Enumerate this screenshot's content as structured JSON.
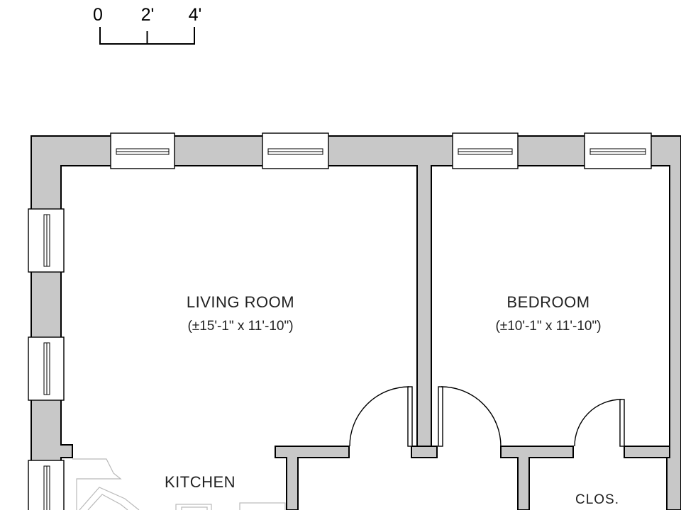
{
  "scale_bar": {
    "ticks": [
      "0",
      "2'",
      "4'"
    ]
  },
  "rooms": {
    "living_room": {
      "name": "LIVING ROOM",
      "dimensions": "(±15'-1\" x 11'-10\")"
    },
    "bedroom": {
      "name": "BEDROOM",
      "dimensions": "(±10'-1\" x 11'-10\")"
    },
    "kitchen": {
      "name": "KITCHEN"
    },
    "closet": {
      "name": "CLOS."
    }
  },
  "colors": {
    "wall_fill": "#c8c8c8",
    "line": "#000000",
    "fixture_line": "#b9b9b9"
  }
}
